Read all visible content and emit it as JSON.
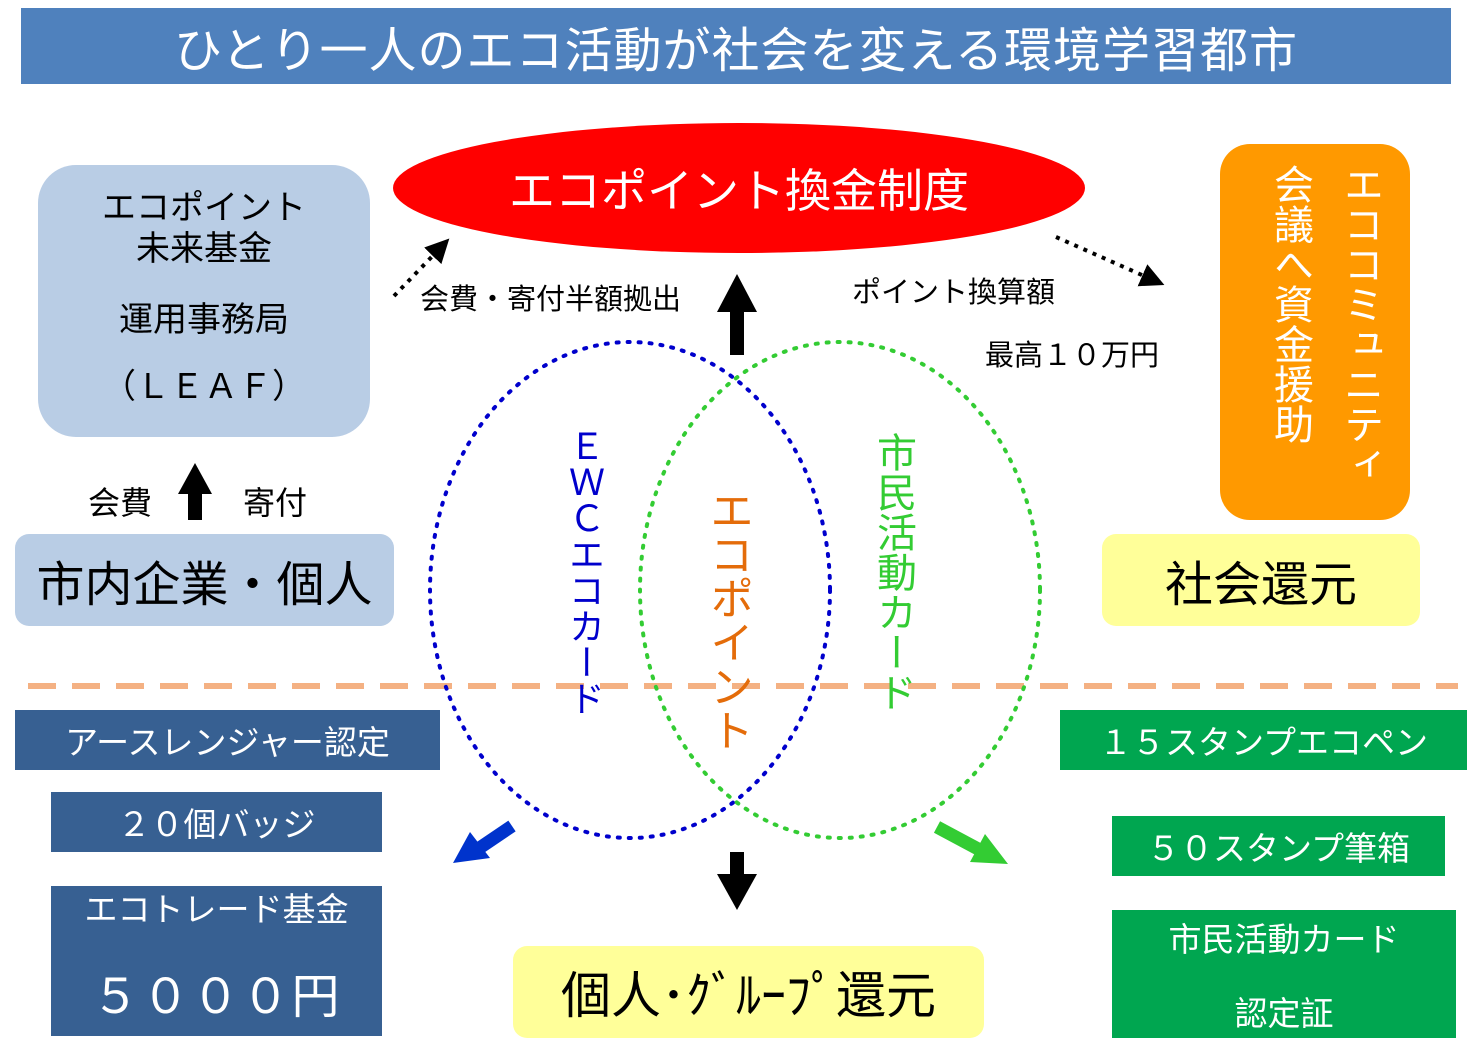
{
  "title": "ひとり一人のエコ活動が社会を変える環境学習都市",
  "fund": {
    "line1": "エコポイント",
    "line2": "未来基金",
    "line3": "運用事務局",
    "line4": "（ＬＥＡＦ）"
  },
  "fee_label": "会費",
  "donation_label": "寄付",
  "companies": "市内企業・個人",
  "system": "エコポイント換金制度",
  "fee_donation_label": "会費・寄付半額拠出",
  "points_label": "ポイント換算額",
  "max_label": "最高１０万円",
  "support": {
    "col1": "エココミュニティ",
    "col2": "会議へ資金援助"
  },
  "social_return": "社会還元",
  "ewc_card": "ＥＷＣエコカード",
  "eco_point": "エコポイント",
  "citizen_card": "市民活動カード",
  "left_rewards": {
    "earth_ranger": "アースレンジャー認定",
    "badges": "２０個バッジ",
    "trade_fund_1": "エコトレード基金",
    "trade_fund_2": "５０００円"
  },
  "right_rewards": {
    "stamp15": "１５スタンプエコペン",
    "stamp50": "５０スタンプ筆箱",
    "cert_1": "市民活動カード",
    "cert_2": "認定証"
  },
  "group_return": "個人･ｸﾞﾙｰﾌﾟ還元",
  "colors": {
    "title_bg": "#4f81bd",
    "light_blue": "#b9cde5",
    "red": "#ff0000",
    "orange": "#ff9900",
    "yellow": "#ffff99",
    "dark_blue": "#376092",
    "green": "#00a650",
    "ewc_blue": "#0000cc",
    "citizen_green": "#33cc33",
    "dash_orange": "#f4b183"
  },
  "icons": [
    "arrow-up-icon",
    "arrow-down-icon",
    "dotted-arrow-icon",
    "arrow-down-left-icon",
    "arrow-down-right-icon"
  ]
}
